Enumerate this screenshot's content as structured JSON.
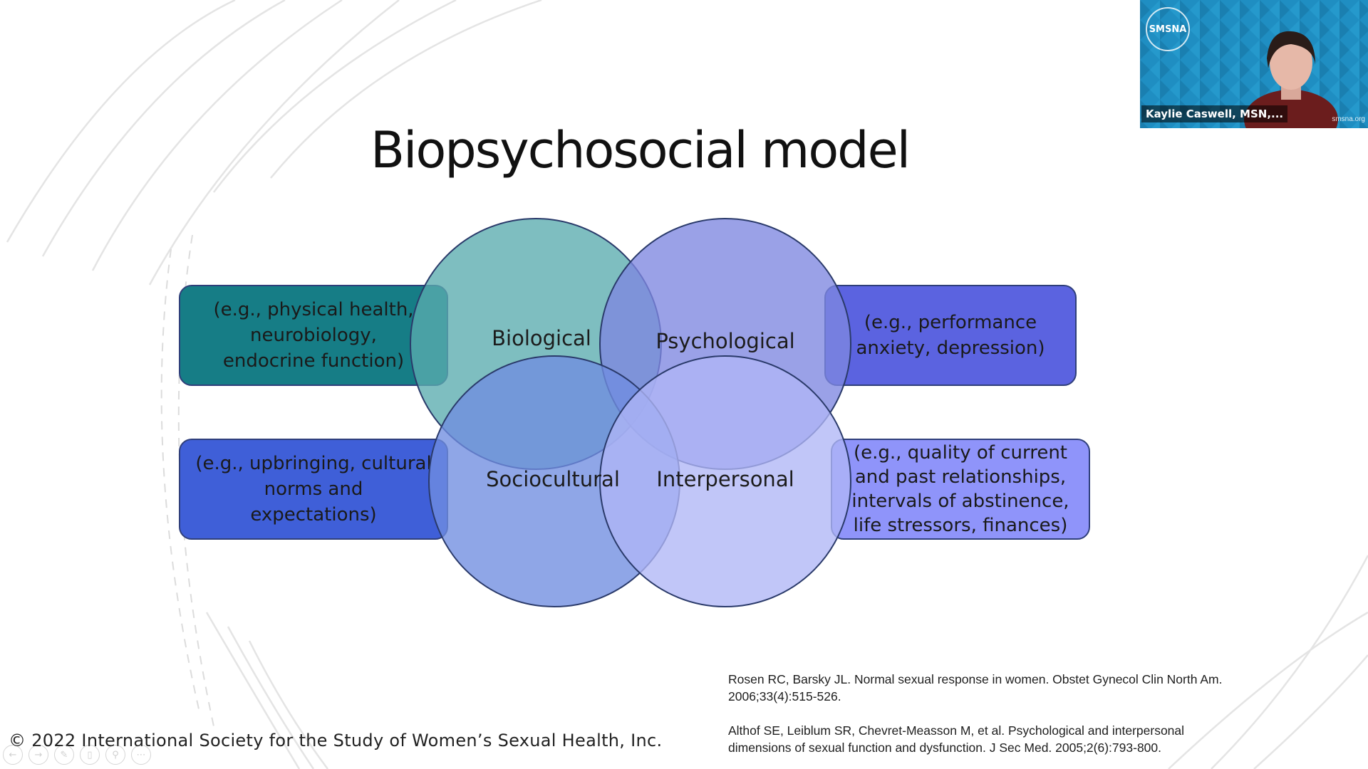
{
  "slide": {
    "title": "Biopsychosocial model",
    "circles": [
      {
        "label": "Biological",
        "color": "#5aacae"
      },
      {
        "label": "Psychological",
        "color": "#7d86e0"
      },
      {
        "label": "Sociocultural",
        "color": "#6f8de0"
      },
      {
        "label": "Interpersonal",
        "color": "#b0b6f6"
      }
    ],
    "boxes": {
      "biological": {
        "lines": [
          "(e.g., physical health,",
          "neurobiology,",
          "endocrine function)"
        ],
        "color": "#167d86"
      },
      "psychological": {
        "lines": [
          "(e.g., performance",
          "anxiety, depression)"
        ],
        "color": "#5b63e0"
      },
      "sociocultural": {
        "lines": [
          "(e.g., upbringing, cultural",
          "norms and",
          "expectations)"
        ],
        "color": "#3f5fd8"
      },
      "interpersonal": {
        "lines": [
          "(e.g., quality of current",
          "and past relationships,",
          "intervals of abstinence,",
          "life stressors, finances)"
        ],
        "color": "#8f94fa"
      }
    },
    "references": [
      "Rosen RC, Barsky JL. Normal sexual response in women. Obstet Gynecol Clin North Am. 2006;33(4):515-526.",
      "Althof SE, Leiblum SR, Chevret-Measson M, et al. Psychological and interpersonal dimensions of sexual function and dysfunction. J Sec Med. 2005;2(6):793-800."
    ],
    "copyright": "© 2022 International Society for the Study of Women’s Sexual Health, Inc."
  },
  "toolbar": {
    "icons": [
      "back-icon",
      "forward-icon",
      "pen-icon",
      "copy-icon",
      "zoom-icon",
      "more-icon"
    ]
  },
  "video": {
    "logo_text": "SMSNA",
    "name": "Kaylie Caswell, MSN,...",
    "site": "smsna.org",
    "background": "#1f8ec2"
  }
}
